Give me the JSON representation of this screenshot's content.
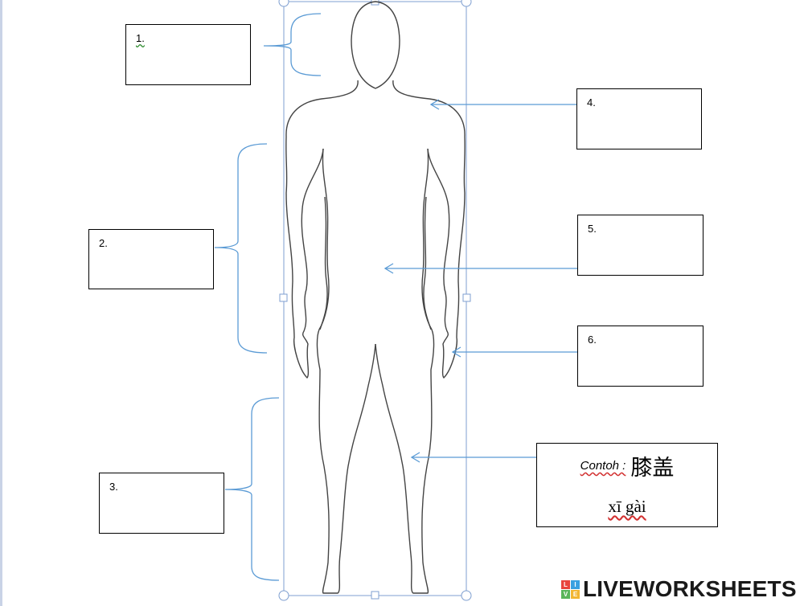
{
  "labels": [
    {
      "id": 1,
      "text": "1."
    },
    {
      "id": 2,
      "text": "2."
    },
    {
      "id": 3,
      "text": "3."
    },
    {
      "id": 4,
      "text": "4."
    },
    {
      "id": 5,
      "text": "5."
    },
    {
      "id": 6,
      "text": "6."
    }
  ],
  "example": {
    "prefix": "Contoh :",
    "hanzi": "膝盖",
    "pinyin": "xī gài"
  },
  "branding": {
    "logo_text": "LIVEWORKSHEETS",
    "logo_mark": [
      "L",
      "I",
      "V",
      "E"
    ],
    "logo_colors": [
      "#e8453c",
      "#3aa0e0",
      "#5ab55b",
      "#f2b632"
    ]
  },
  "colors": {
    "connector": "#5b9bd5",
    "selection_frame": "#7f9fd0",
    "outline": "#444444"
  }
}
